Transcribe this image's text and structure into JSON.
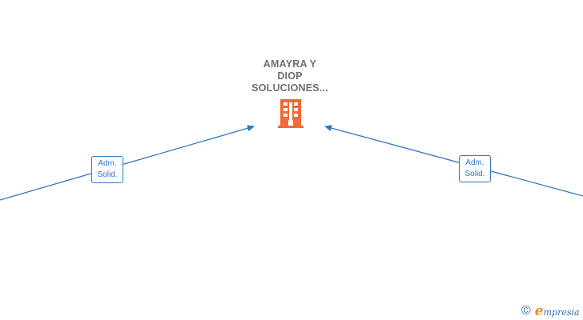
{
  "company": {
    "name_lines": [
      "AMAYRA Y",
      "DIOP",
      "SOLUCIONES..."
    ],
    "icon": "building-icon",
    "icon_color": "#f26a37"
  },
  "relations": [
    {
      "label_lines": [
        "Adm.",
        "Solid."
      ],
      "direction": "left-to-company"
    },
    {
      "label_lines": [
        "Adm.",
        "Solid."
      ],
      "direction": "right-to-company"
    }
  ],
  "colors": {
    "edge": "#2e77c7",
    "title": "#6f6f6f"
  },
  "brand": {
    "copyright_symbol": "©",
    "logo_initial": "e",
    "logo_rest": "mpresia"
  }
}
